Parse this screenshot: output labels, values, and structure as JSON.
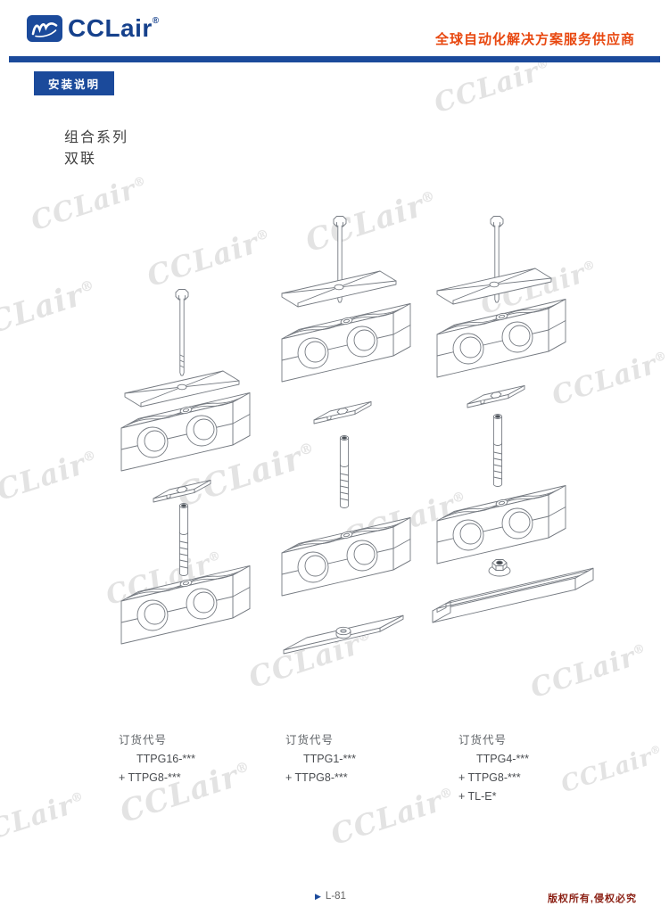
{
  "watermark": {
    "text": "CCLair",
    "reg": "®"
  },
  "header": {
    "logo_text": "CCLair",
    "logo_reg": "®",
    "tagline": "全球自动化解决方案服务供应商"
  },
  "section_bar": {
    "label": "安装说明"
  },
  "content": {
    "series_title": "组合系列",
    "series_subtitle": "双联"
  },
  "assemblies": [
    {
      "name": "exploded-view-1",
      "parts": [
        "hex-bolt",
        "cover-plate",
        "twin-clamp-body",
        "weld-plate",
        "stud",
        "twin-clamp-body"
      ]
    },
    {
      "name": "exploded-view-2",
      "parts": [
        "hex-bolt",
        "cover-plate",
        "twin-clamp-body",
        "weld-plate",
        "stud",
        "twin-clamp-body",
        "base-plate"
      ]
    },
    {
      "name": "exploded-view-3",
      "parts": [
        "hex-bolt",
        "cover-plate",
        "twin-clamp-body",
        "weld-plate",
        "stud",
        "twin-clamp-body",
        "weld-nut",
        "mounting-rail"
      ]
    }
  ],
  "orders": [
    {
      "label": "订货代号",
      "codes": [
        "TTPG16-***",
        "+ TTPG8-***"
      ]
    },
    {
      "label": "订货代号",
      "codes": [
        "TTPG1-***",
        "+ TTPG8-***"
      ]
    },
    {
      "label": "订货代号",
      "codes": [
        "TTPG4-***",
        "+ TTPG8-***",
        "+ TL-E*"
      ]
    }
  ],
  "footer": {
    "page_no": "L-81",
    "copyright": "版权所有,侵权必究"
  },
  "icons": {
    "page_marker": "▶"
  },
  "colors": {
    "brand_blue": "#1b4a9b",
    "logo_blue": "#16418c",
    "tagline_orange": "#e8470f",
    "copyright_red": "#8a1e12",
    "watermark_gray": "#e3e3e3",
    "line_gray": "#767b82"
  }
}
